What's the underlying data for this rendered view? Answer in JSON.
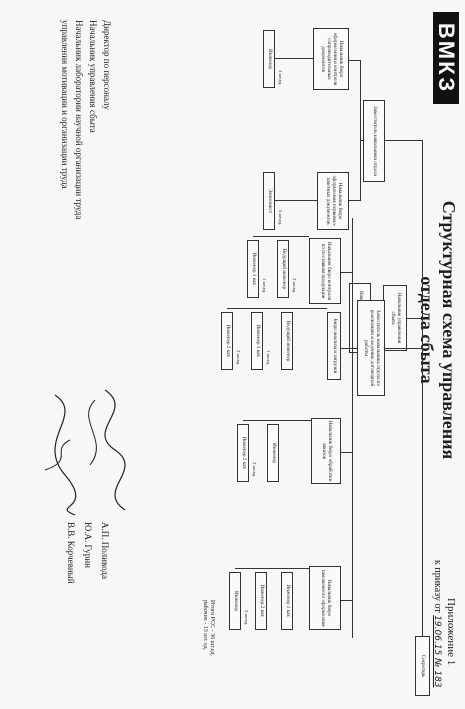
{
  "header": {
    "appendix": "Приложение 1",
    "order_prefix": "к приказу от",
    "order_handwritten": "19.06.15 № 183"
  },
  "logo": {
    "text": "ВМКЗ"
  },
  "title": {
    "line1": "Структурная схема управления",
    "line2": "отдела сбыта"
  },
  "chart": {
    "head": "Начальник управления сбыта",
    "dept_head": "Начальник отдела сбыта",
    "secretary": "Секретарь",
    "deputy1": "Заместитель начальника отдела",
    "deputy2": "Заместитель начальника отдела по реализации и ведению договорной работы",
    "bureau_docs": "Начальник бюро оформления и контроля сопроводительных документов",
    "bureau_forms": "Начальник бюро оформления первично-зачетных документов",
    "bureau_control": "Начальник бюро контроля по поставкам продукции",
    "bureau_shipping": "Бюро анализа и загрузки",
    "bureau_orders": "Начальник бюро обработки заказов",
    "bureau_customs": "Начальник бюро таможенного оформления",
    "units": {
      "engineer_3": "Инженер",
      "engineer_3_qty": "3 шт.ед.",
      "economist": "Экономист",
      "economist_qty": "5 шт.ед.",
      "lead_engineer_a": "Ведущий инженер",
      "lead_engineer_a_qty": "2 шт.ед.",
      "engineer1_a": "Инженер 1 кат.",
      "engineer1_a_qty": "1 шт.ед.",
      "lead_engineer_b": "Ведущий инженер",
      "engineer1_b": "Инженер 1 кат.",
      "engineer1_b_qty": "1 шт.ед.",
      "engineer2_b": "Инженер 2 кат.",
      "engineer2_b_qty": "2 шт.ед.",
      "engineer_c": "Инженер",
      "engineer2_c": "Инженер 2 кат.",
      "engineer2_c_qty": "2 шт.ед.",
      "engineer1_d": "Инженер 1 кат.",
      "engineer2_d": "Инженер 2 кат.",
      "engineer_d": "Инженер",
      "engineer_d_qty": "2 шт.ед."
    },
    "totals_line1": "Итого РСС - 36 шт.ед.",
    "totals_line2": "рабочих - 13 шт. ед."
  },
  "signatures": [
    {
      "title": "Директор по персоналу",
      "name": "А.П. Поливода"
    },
    {
      "title": "Начальник управления сбыта",
      "name": "Ю.А. Гурин"
    },
    {
      "title": "Начальник лаборатории научной организации труда",
      "title2": "управления мотивации и организации труда",
      "name": "В.В. Корчевный"
    }
  ]
}
